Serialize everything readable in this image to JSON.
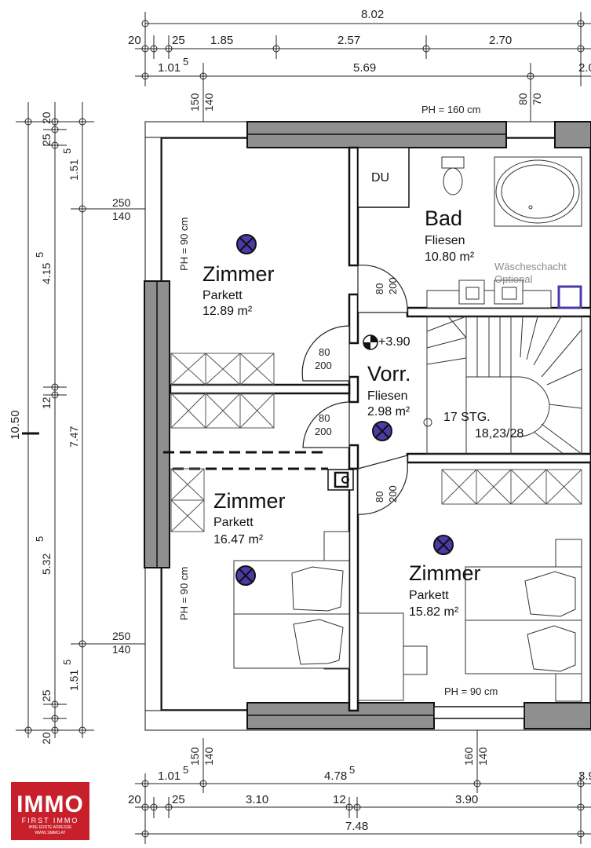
{
  "dimensions": {
    "top_total": "8.02",
    "top_row1": [
      "20",
      "25",
      "1.85",
      "2.57",
      "2.70"
    ],
    "top_row2": [
      "1.01",
      "5",
      "5.69",
      "2.0"
    ],
    "bottom_row1": [
      "1.01",
      "5",
      "4.78",
      "5",
      "3.9"
    ],
    "bottom_row2": [
      "20",
      "25",
      "3.10",
      "12",
      "3.90"
    ],
    "bottom_total": "7.48",
    "left_total": "10.50",
    "left_row1": [
      "20",
      "25",
      "4.15",
      "5",
      "12",
      "5.32",
      "5",
      "25",
      "20"
    ],
    "left_row2": [
      "1.51",
      "5",
      "7.47",
      "1.51",
      "5"
    ],
    "window_left_top": [
      "250",
      "140"
    ],
    "window_left_bottom": [
      "250",
      "140"
    ],
    "window_top_left": [
      "150",
      "140"
    ],
    "window_top_right": [
      "80",
      "70"
    ],
    "window_bottom_left": [
      "150",
      "140"
    ],
    "window_bottom_right": [
      "160",
      "140"
    ],
    "door_80_200": [
      "80",
      "200"
    ],
    "height_marker": "+3.90"
  },
  "rooms": [
    {
      "name": "Zimmer",
      "floor": "Parkett",
      "area": "12.89 m²"
    },
    {
      "name": "Zimmer",
      "floor": "Parkett",
      "area": "16.47 m²"
    },
    {
      "name": "Zimmer",
      "floor": "Parkett",
      "area": "15.82 m²"
    },
    {
      "name": "Bad",
      "floor": "Fliesen",
      "area": "10.80 m²"
    },
    {
      "name": "Vorr.",
      "floor": "Fliesen",
      "area": "2.98 m²"
    }
  ],
  "labels": {
    "du": "DU",
    "ph_top": "PH = 160 cm",
    "ph_left_top": "PH = 90 cm",
    "ph_left_bottom": "PH = 90 cm",
    "ph_bottom": "PH = 90 cm",
    "waesche1": "Wäscheschacht",
    "waesche2": "Optional",
    "stairs1": "17 STG.",
    "stairs2": "18,23/28"
  },
  "logo": {
    "main": "IMMO",
    "sub": "FIRST IMMO",
    "tagline": "IHRE ERSTE ADRESSE",
    "web": "WWW.1IMMO.AT"
  },
  "colors": {
    "wall_fill": "#ffffff",
    "window_fill": "#8f8f8f",
    "logo_red": "#c8202b",
    "marker_fill": "#4b3aa8"
  }
}
